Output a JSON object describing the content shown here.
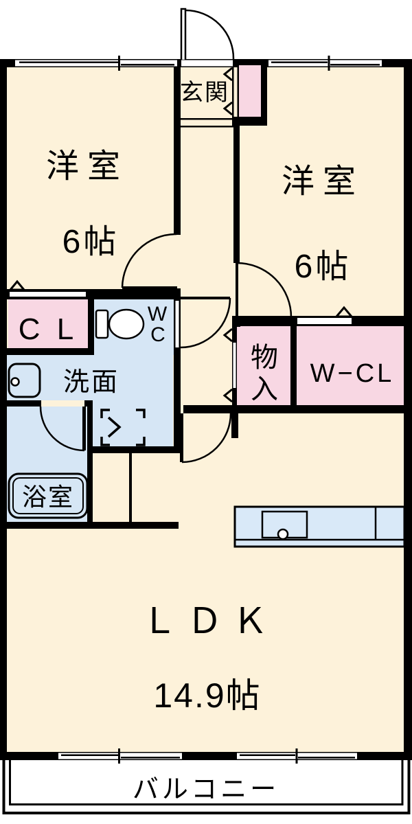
{
  "title": "2LDK apartment floor plan",
  "colors": {
    "wall": "#000000",
    "floor": "#fdf2da",
    "pink": "#f8d7e3",
    "blue": "#d6e6f5",
    "counter": "#d9e9f8",
    "white": "#ffffff"
  },
  "rooms": {
    "bedroom_left": {
      "name": "洋室",
      "size": "6帖"
    },
    "bedroom_right": {
      "name": "洋室",
      "size": "6帖"
    },
    "entrance": {
      "name": "玄関"
    },
    "closet": {
      "name": "C L"
    },
    "toilet": {
      "line1": "W",
      "line2": "C"
    },
    "washroom": {
      "name": "洗面"
    },
    "bathroom": {
      "name": "浴室"
    },
    "storage": {
      "line1": "物",
      "line2": "入"
    },
    "walk_in_closet": {
      "name": "W−CL"
    },
    "ldk": {
      "name": "ＬＤＫ",
      "size": "14.9帖"
    },
    "balcony": {
      "name": "バルコニー"
    }
  }
}
